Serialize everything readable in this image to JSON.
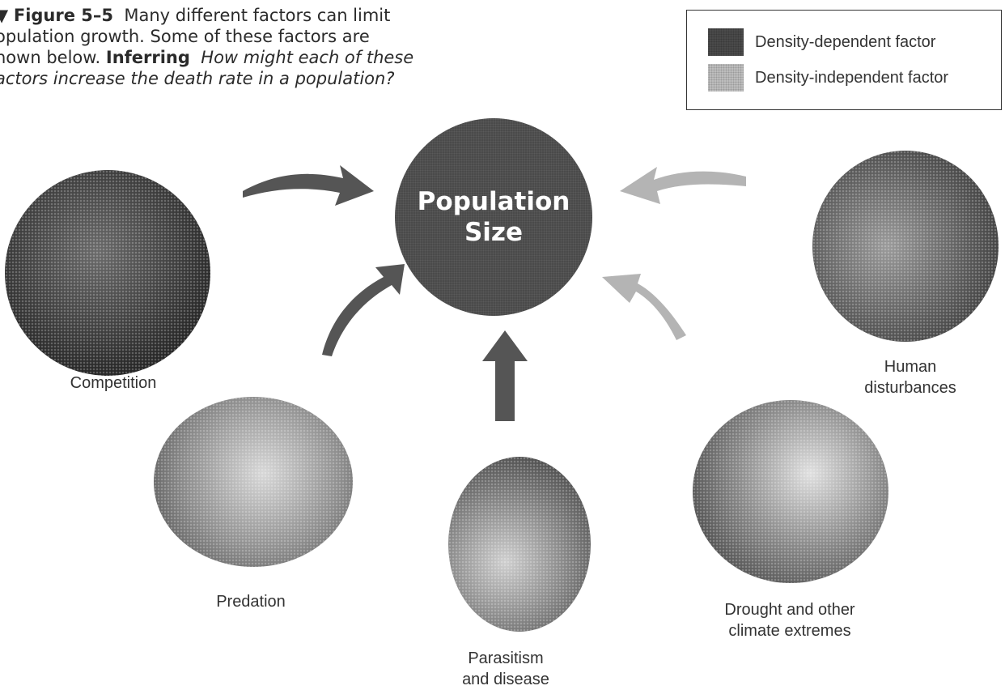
{
  "caption": {
    "marker": "▼",
    "figure_number": "Figure 5–5",
    "text_lines": [
      "Many different factors can limit",
      "opulation growth. Some of these factors are",
      "hown below."
    ],
    "inferring_label": "Inferring",
    "question_lines": [
      "How might each of these",
      "actors increase the death rate in a population?"
    ]
  },
  "legend": {
    "items": [
      {
        "label": "Density-dependent factor",
        "color": "#4a4a4a"
      },
      {
        "label": "Density-independent factor",
        "color": "#bdbdbd"
      }
    ]
  },
  "center": {
    "line1": "Population",
    "line2": "Size",
    "color": "#4a4a4a"
  },
  "factors": {
    "competition": {
      "lines": [
        "Competition"
      ],
      "type": "density-dependent"
    },
    "predation": {
      "lines": [
        "Predation"
      ],
      "type": "density-dependent"
    },
    "parasitism": {
      "lines": [
        "Parasitism",
        "and disease"
      ],
      "type": "density-dependent"
    },
    "drought": {
      "lines": [
        "Drought and other",
        "climate extremes"
      ],
      "type": "density-independent"
    },
    "human": {
      "lines": [
        "Human",
        "disturbances"
      ],
      "type": "density-independent"
    }
  },
  "colors": {
    "dependent_arrow": "#555555",
    "independent_arrow": "#b4b4b4"
  }
}
